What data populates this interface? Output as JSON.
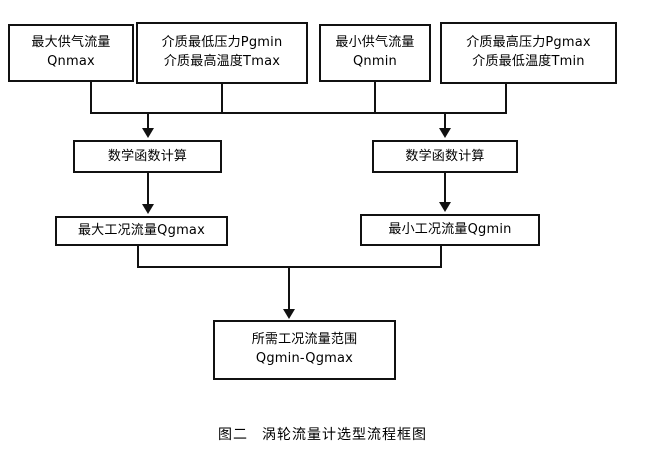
{
  "figure": {
    "caption_label": "图二",
    "caption_text": "涡轮流量计选型流程框图",
    "line_color": "#111111",
    "background_color": "#ffffff"
  },
  "nodes": {
    "max_supply_flow": {
      "line1": "最大供气流量",
      "line2": "Qnmax"
    },
    "min_pressure_max_temp": {
      "line1": "介质最低压力Pgmin",
      "line2": "介质最高温度Tmax"
    },
    "min_supply_flow": {
      "line1": "最小供气流量",
      "line2": "Qnmin"
    },
    "max_pressure_min_temp": {
      "line1": "介质最高压力Pgmax",
      "line2": "介质最低温度Tmin"
    },
    "math_calc_left": {
      "line1": "数学函数计算"
    },
    "math_calc_right": {
      "line1": "数学函数计算"
    },
    "qgmax_result": {
      "line1": "最大工况流量Qgmax"
    },
    "qgmin_result": {
      "line1": "最小工况流量Qgmin"
    },
    "required_range": {
      "line1": "所需工况流量范围",
      "line2": "Qgmin-Qgmax"
    }
  }
}
